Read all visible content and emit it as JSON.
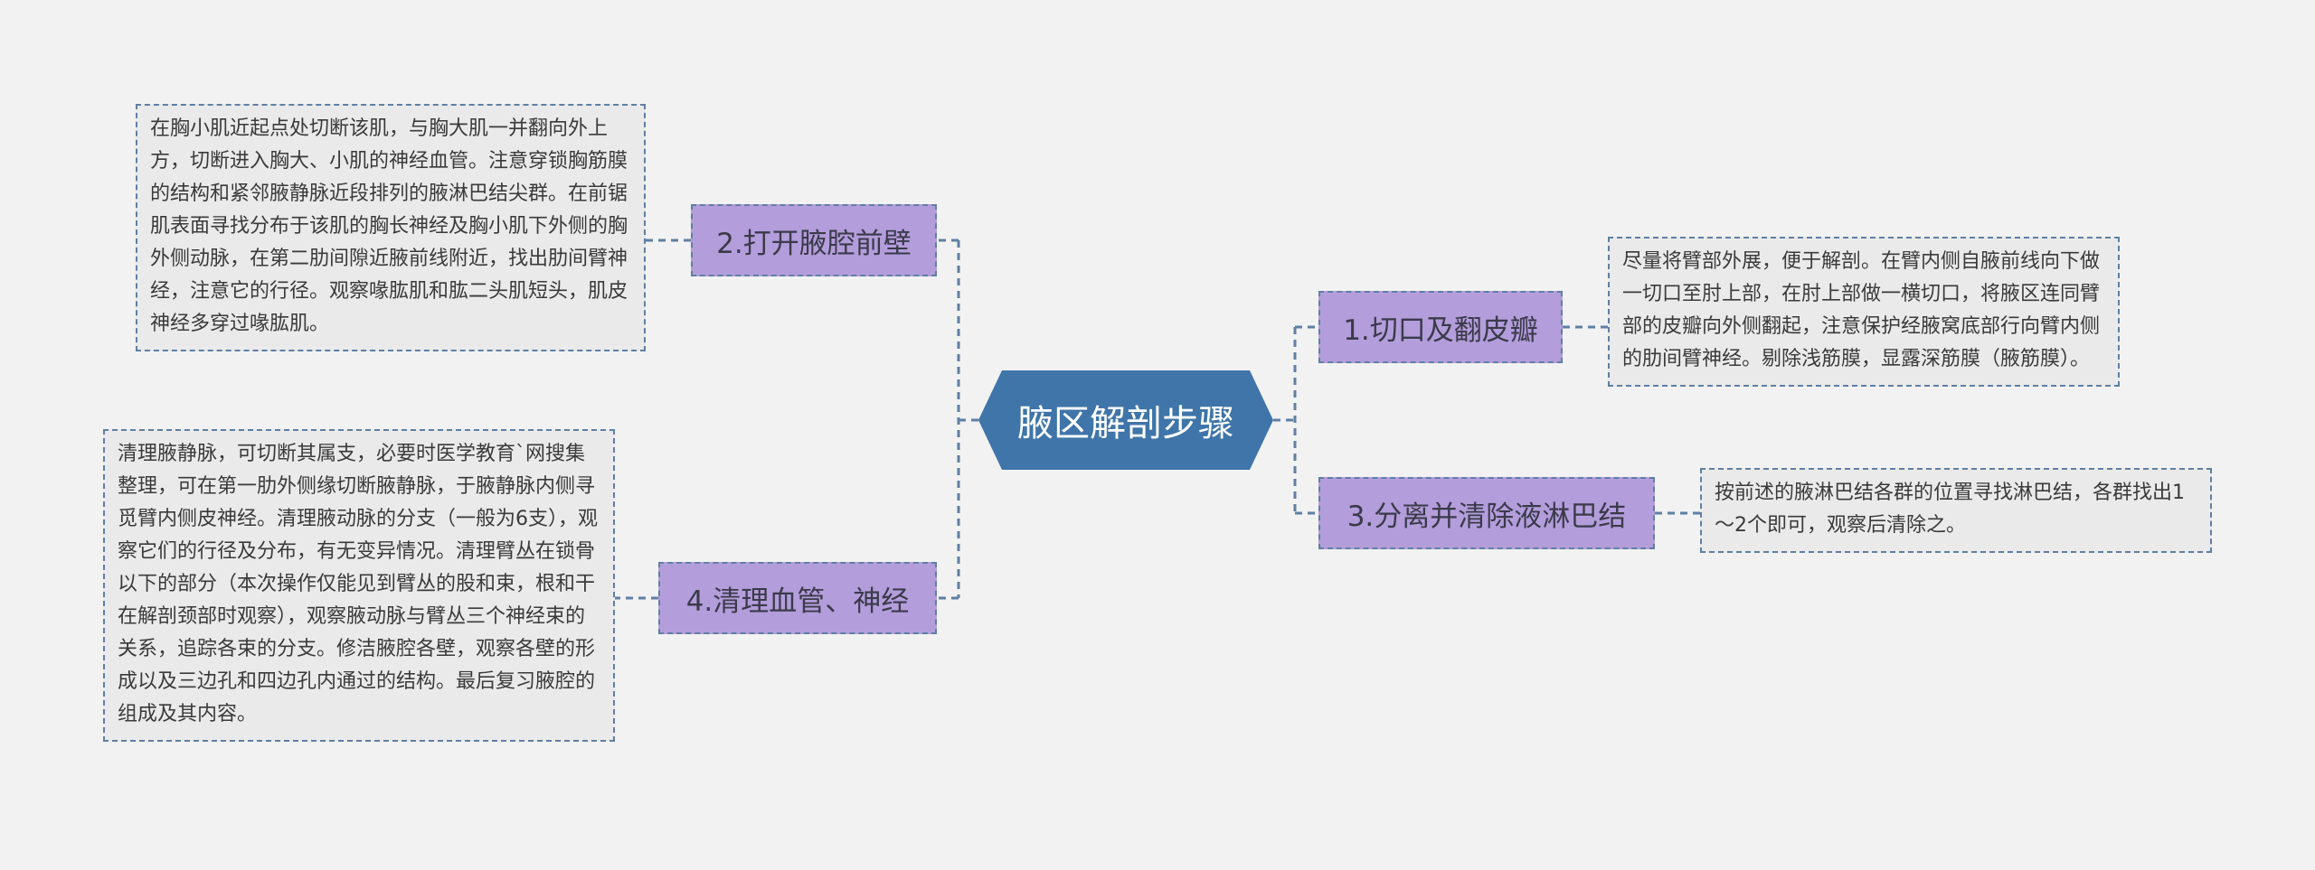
{
  "root": {
    "label": "腋区解剖步骤"
  },
  "topics": [
    {
      "id": "t1",
      "label": "1.切口及翻皮瓣",
      "note": "尽量将臂部外展，便于解剖。在臂内侧自腋前线向下做一切口至肘上部，在肘上部做一横切口，将腋区连同臂部的皮瓣向外侧翻起，注意保护经腋窝底部行向臂内侧的肋间臂神经。剔除浅筋膜，显露深筋膜（腋筋膜）。"
    },
    {
      "id": "t2",
      "label": "2.打开腋腔前壁",
      "note": "在胸小肌近起点处切断该肌，与胸大肌一并翻向外上方，切断进入胸大、小肌的神经血管。注意穿锁胸筋膜的结构和紧邻腋静脉近段排列的腋淋巴结尖群。在前锯肌表面寻找分布于该肌的胸长神经及胸小肌下外侧的胸外侧动脉，在第二肋间隙近腋前线附近，找出肋间臂神经，注意它的行径。观察喙肱肌和肱二头肌短头，肌皮神经多穿过喙肱肌。"
    },
    {
      "id": "t3",
      "label": "3.分离并清除液淋巴结",
      "note": "按前述的腋淋巴结各群的位置寻找淋巴结，各群找出1～2个即可，观察后清除之。"
    },
    {
      "id": "t4",
      "label": "4.清理血管、神经",
      "note": "清理腋静脉，可切断其属支，必要时医学教育`网搜集整理，可在第一肋外侧缘切断腋静脉，于腋静脉内侧寻觅臂内侧皮神经。清理腋动脉的分支（一般为6支），观察它们的行径及分布，有无变异情况。清理臂丛在锁骨以下的部分（本次操作仅能见到臂丛的股和束，根和干在解剖颈部时观察），观察腋动脉与臂丛三个神经束的关系，追踪各束的分支。修洁腋腔各壁，观察各壁的形成以及三边孔和四边孔内通过的结构。最后复习腋腔的组成及其内容。"
    }
  ]
}
